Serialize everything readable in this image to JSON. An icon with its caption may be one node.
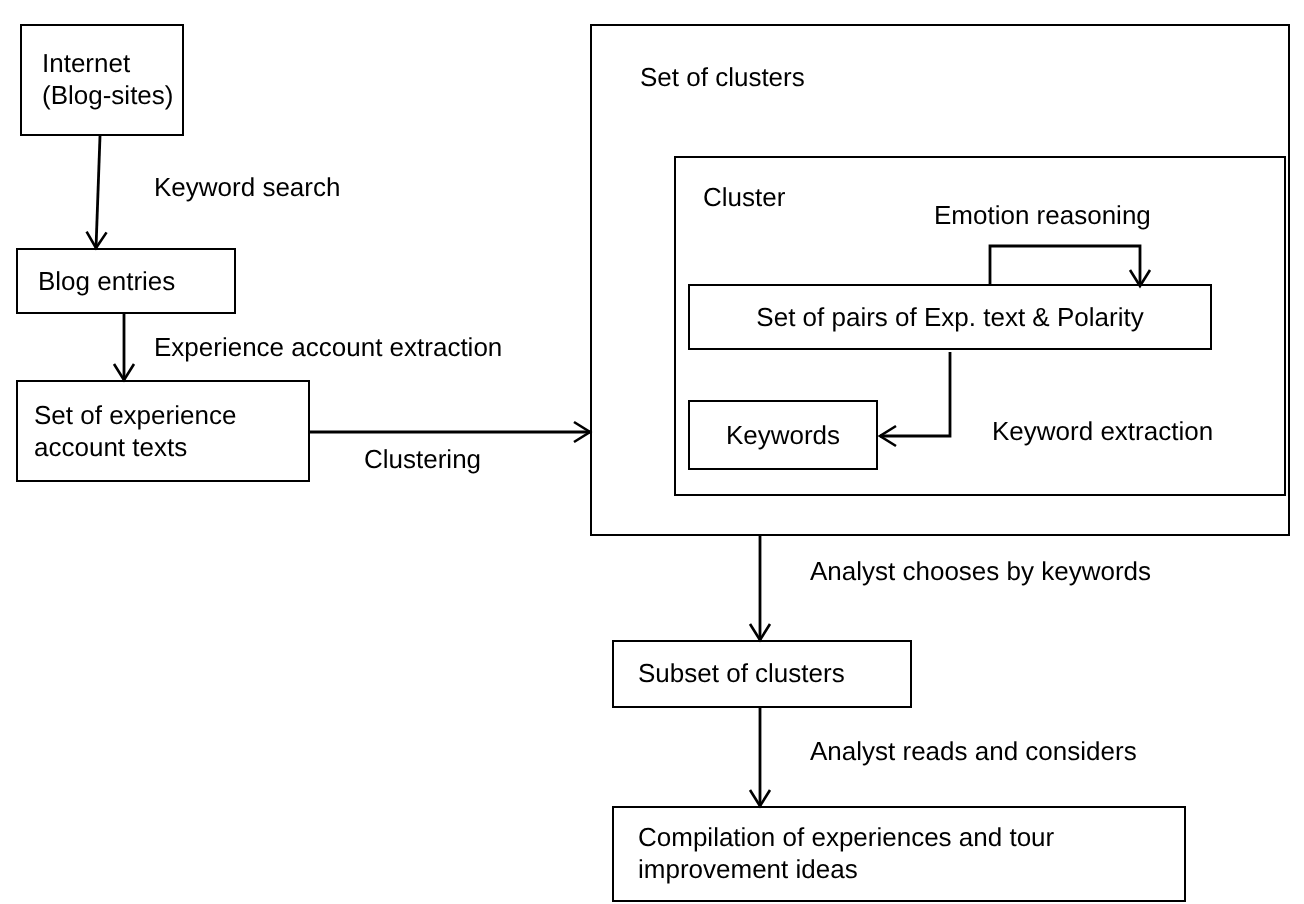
{
  "diagram": {
    "nodes": [
      {
        "text": [
          "Internet (Blog-sites)"
        ]
      },
      {
        "text": [
          "Blog entries"
        ]
      },
      {
        "text": [
          "Set of experience account texts"
        ]
      },
      {
        "text": [
          "Set of clusters"
        ]
      },
      {
        "text": [
          "Cluster"
        ],
        "in": 3
      },
      {
        "text": [
          "Set of pairs of Exp. text & Polarity"
        ],
        "in": 4
      },
      {
        "text": [
          "Keywords"
        ],
        "in": 4
      },
      {
        "text": [
          "Subset of clusters"
        ]
      },
      {
        "text": [
          "Compilation of experiences and tour improvement ideas"
        ]
      }
    ],
    "edges": [
      {
        "from": 0,
        "to": 1,
        "arrow": "to",
        "label": "Keyword search"
      },
      {
        "from": 1,
        "to": 2,
        "arrow": "to",
        "label": "Experience account extraction"
      },
      {
        "from": 2,
        "to": 3,
        "arrow": "to",
        "label": "Clustering"
      },
      {
        "from": 5,
        "to": 5,
        "arrow": "to",
        "label": "Emotion reasoning"
      },
      {
        "from": 5,
        "to": 6,
        "arrow": "to",
        "label": "Keyword extraction"
      },
      {
        "from": 3,
        "to": 7,
        "arrow": "to",
        "label": "Analyst chooses by keywords"
      },
      {
        "from": 7,
        "to": 8,
        "arrow": "to",
        "label": "Analyst reads and considers"
      }
    ]
  }
}
